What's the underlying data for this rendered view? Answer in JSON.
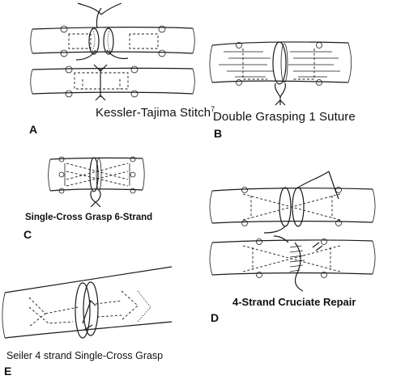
{
  "panels": [
    {
      "id": "A",
      "letter": "A",
      "caption": "Kessler-Tajima Stitch",
      "caption_sup": "7"
    },
    {
      "id": "B",
      "letter": "B",
      "caption": "Double Grasping  1 Suture"
    },
    {
      "id": "C",
      "letter": "C",
      "caption": "Single-Cross Grasp  6-Strand"
    },
    {
      "id": "D",
      "letter": "D",
      "caption": "4-Strand Cruciate Repair"
    },
    {
      "id": "E",
      "letter": "E",
      "caption": "Seiler 4 strand Single-Cross Grasp"
    }
  ],
  "colors": {
    "ink": "#1a1a1a",
    "background": "#ffffff"
  }
}
